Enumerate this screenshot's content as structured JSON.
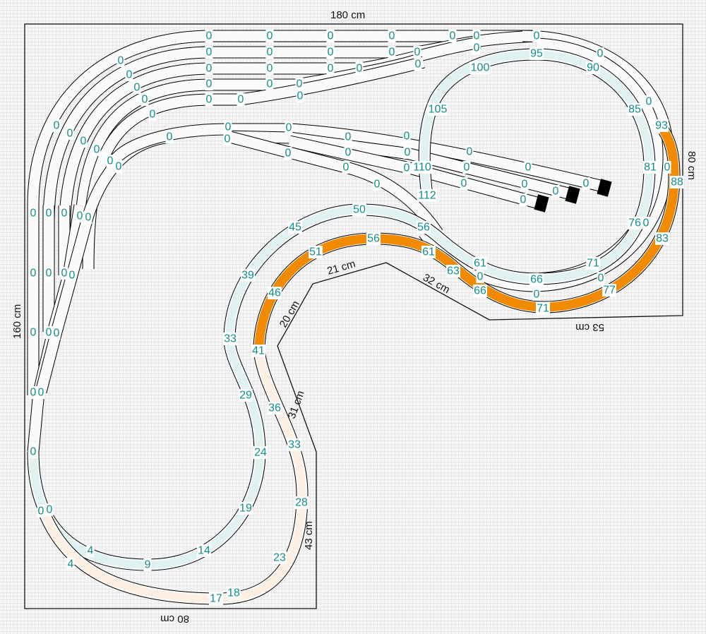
{
  "app": {
    "kind": "model railway track plan"
  },
  "colors": {
    "grid_line": "#d9d9d9",
    "grid_bg": "#f6f6f6",
    "board_outline": "#111111",
    "rail": "#000000",
    "ballast": "#fafafa",
    "track_cyan": "#dff1f1",
    "track_orange": "#f28a00",
    "track_peach": "#fdf0e2",
    "height_label": "#128c8c",
    "buffer_stop": "#000000"
  },
  "dimensions": {
    "top": "180 cm",
    "left": "160 cm",
    "right": "80 cm",
    "bottom": "80 cm",
    "lower_right": "43 cm",
    "notch_bottom": "53 cm",
    "notch_diag_1": "32 cm",
    "notch_top": "21 cm",
    "notch_diag_2": "20 cm",
    "notch_diag_3": "31 cm"
  },
  "height_labels": {
    "main_loop": [
      "0",
      "4",
      "9",
      "14",
      "19",
      "24",
      "29",
      "33",
      "39",
      "45",
      "50",
      "56",
      "61",
      "66",
      "71",
      "76",
      "81",
      "85",
      "90",
      "95",
      "100",
      "105",
      "110",
      "112"
    ],
    "outer_loop": [
      "0",
      "4",
      "17",
      "18",
      "23",
      "28",
      "33",
      "36",
      "41",
      "46",
      "51",
      "56",
      "61",
      "63",
      "66",
      "71",
      "77",
      "83",
      "88",
      "93"
    ],
    "yard_and_fan": [
      "0"
    ]
  },
  "buffer_stops": {
    "count": 3,
    "icon": "buffer-stop-icon"
  }
}
